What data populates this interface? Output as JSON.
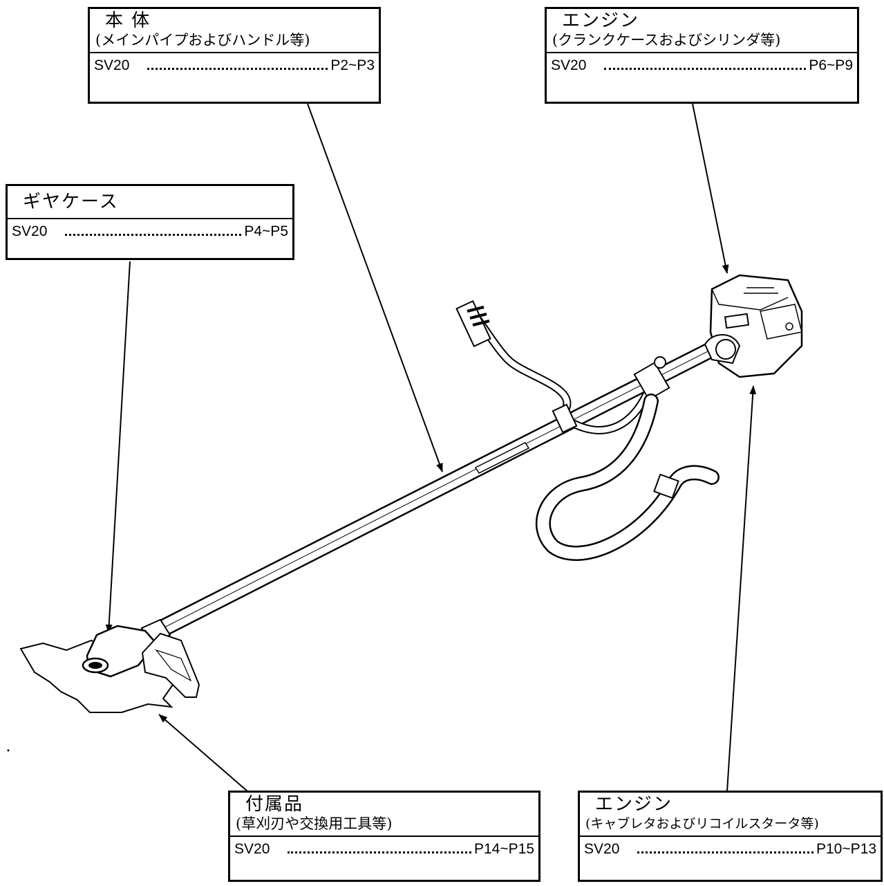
{
  "labels": {
    "body": {
      "title": "本 体",
      "subtitle": "(メインパイプおよびハンドル等)",
      "model": "SV20",
      "pages": "P2~P3"
    },
    "engine_top": {
      "title": "エンジン",
      "subtitle": "(クランクケースおよびシリンダ等)",
      "model": "SV20",
      "pages": "P6~P9"
    },
    "gear_case": {
      "title": "ギヤケース",
      "model": "SV20",
      "pages": "P4~P5"
    },
    "accessories": {
      "title": "付属品",
      "subtitle": "(草刈刃や交換用工具等)",
      "model": "SV20",
      "pages": "P14~P15"
    },
    "engine_bottom": {
      "title": "エンジン",
      "subtitle": "(キャブレタおよびリコイルスタータ等)",
      "model": "SV20",
      "pages": "P10~P13"
    }
  },
  "colors": {
    "ink": "#000000",
    "paper": "#ffffff"
  }
}
